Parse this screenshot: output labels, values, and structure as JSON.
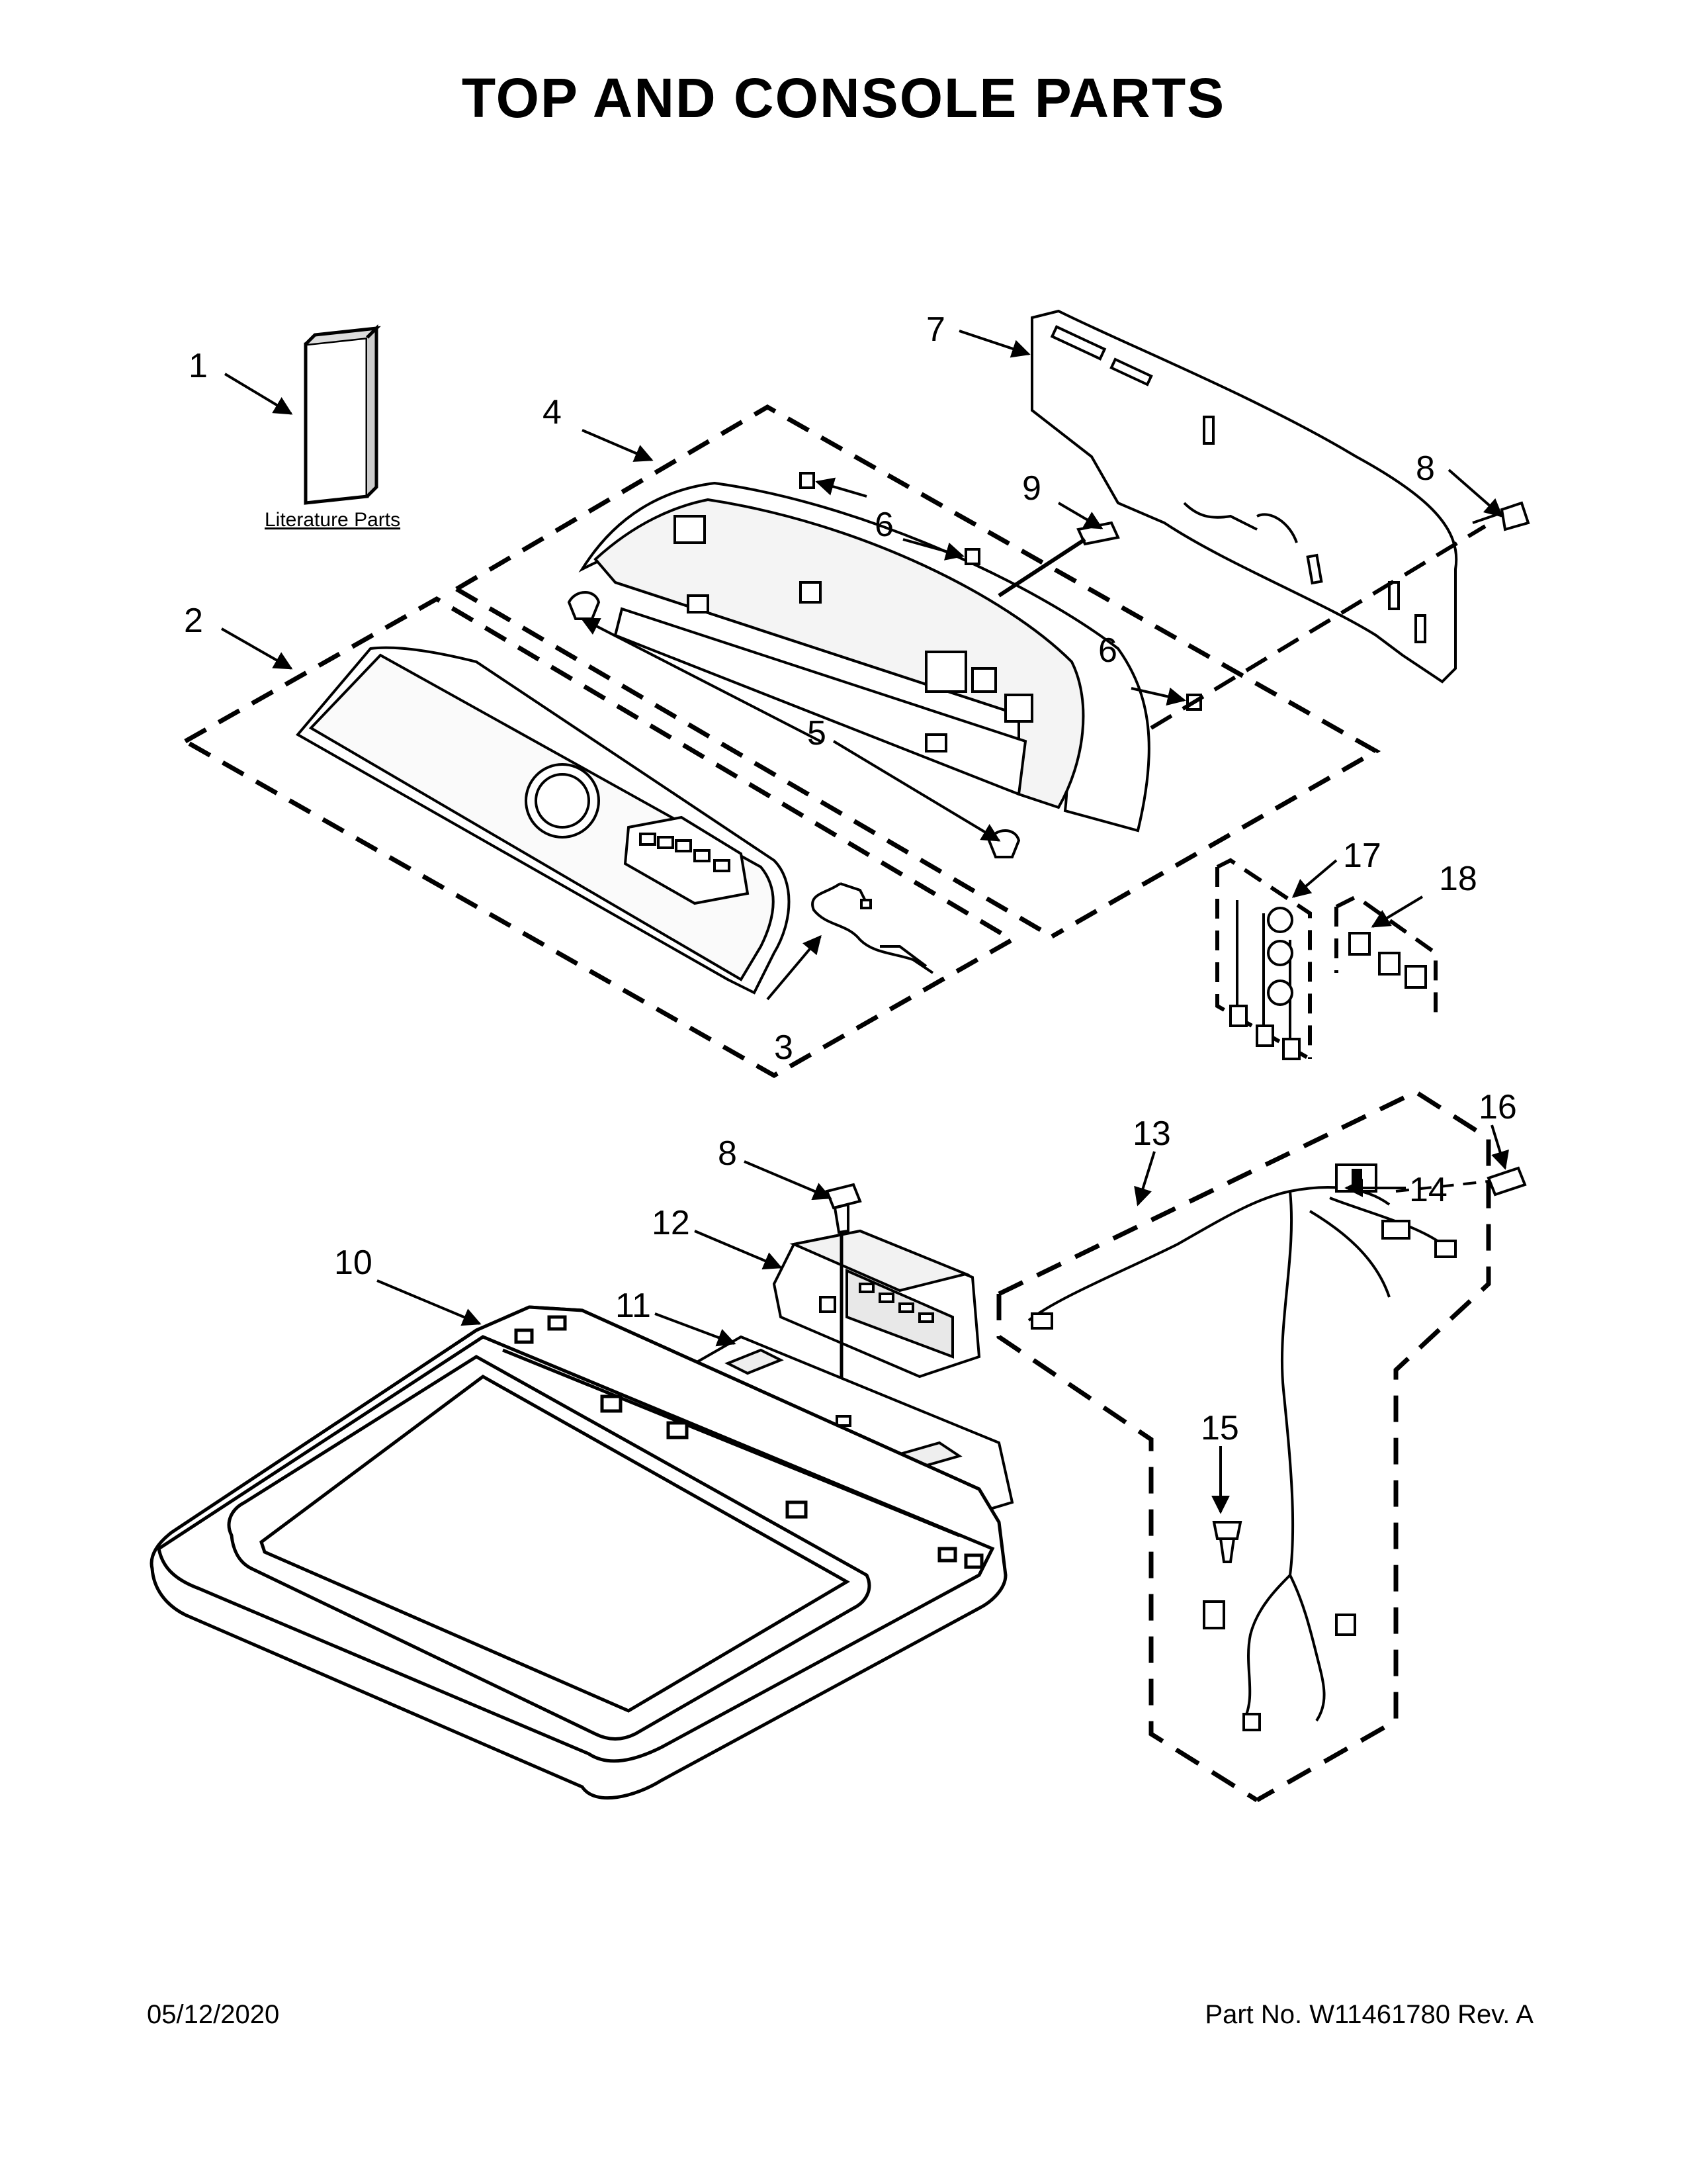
{
  "page": {
    "title": "TOP AND CONSOLE PARTS",
    "date": "05/12/2020",
    "part_number": "Part No.  W11461780  Rev.  A"
  },
  "diagram": {
    "literature_label": "Literature Parts",
    "callouts": [
      {
        "id": "c1",
        "label": "1"
      },
      {
        "id": "c2",
        "label": "2"
      },
      {
        "id": "c3",
        "label": "3"
      },
      {
        "id": "c4",
        "label": "4"
      },
      {
        "id": "c5",
        "label": "5"
      },
      {
        "id": "c6a",
        "label": "6"
      },
      {
        "id": "c6b",
        "label": "6"
      },
      {
        "id": "c7",
        "label": "7"
      },
      {
        "id": "c8a",
        "label": "8"
      },
      {
        "id": "c8b",
        "label": "8"
      },
      {
        "id": "c9",
        "label": "9"
      },
      {
        "id": "c10",
        "label": "10"
      },
      {
        "id": "c11",
        "label": "11"
      },
      {
        "id": "c12",
        "label": "12"
      },
      {
        "id": "c13",
        "label": "13"
      },
      {
        "id": "c14",
        "label": "14"
      },
      {
        "id": "c15",
        "label": "15"
      },
      {
        "id": "c16",
        "label": "16"
      },
      {
        "id": "c17",
        "label": "17"
      },
      {
        "id": "c18",
        "label": "18"
      }
    ]
  }
}
